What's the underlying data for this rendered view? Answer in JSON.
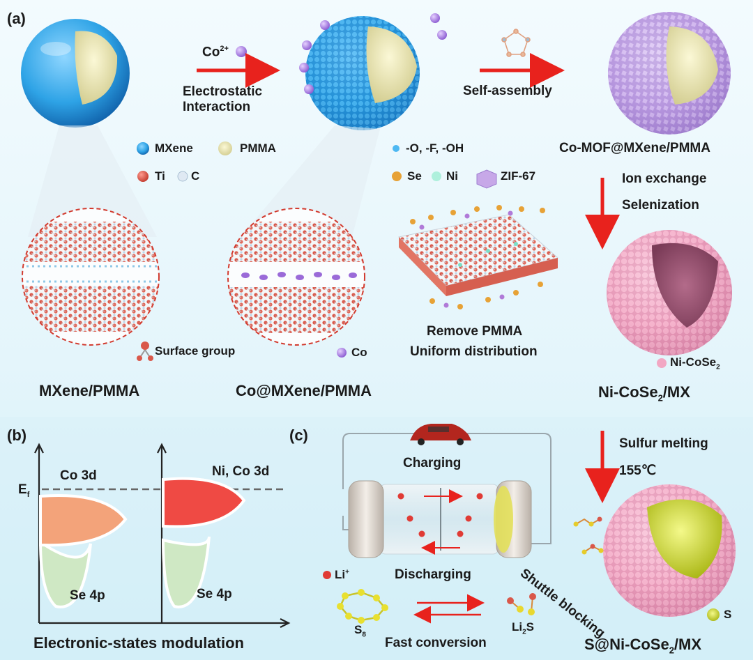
{
  "panels": {
    "a": "(a)",
    "b": "(b)",
    "c": "(c)"
  },
  "arrows": {
    "cation": "Co",
    "cation_charge": "2+",
    "step1_line1": "Electrostatic",
    "step1_line2": "Interaction",
    "step2": "Self-assembly",
    "step3_line1": "Ion exchange",
    "step3_line2": "Selenization",
    "step4_line1": "Sulfur melting",
    "step4_line2": "155℃"
  },
  "legend": {
    "mxene": "MXene",
    "pmma": "PMMA",
    "ti": "Ti",
    "c": "C",
    "terminals": "-O, -F, -OH",
    "se": "Se",
    "ni": "Ni",
    "zif": "ZIF-67",
    "surface_group": "Surface group",
    "co": "Co",
    "nicose2": "Ni-CoSe",
    "nicose2_sub": "2",
    "sulfur": "S",
    "li_ion": "Li",
    "li_ion_sup": "+"
  },
  "materials": {
    "mxene_pmma": "MXene/PMMA",
    "co_mxene_pmma": "Co@MXene/PMMA",
    "co_mof": "Co-MOF@MXene/PMMA",
    "ni_cose2_mx_a": "Ni-CoSe",
    "ni_cose2_mx_b": "2",
    "ni_cose2_mx_c": "/MX",
    "s_ni_cose2_mx_a": "S@Ni-CoSe",
    "s_ni_cose2_mx_b": "2",
    "s_ni_cose2_mx_c": "/MX"
  },
  "notes": {
    "remove_pmma": "Remove PMMA",
    "uniform": "Uniform distribution"
  },
  "panel_b": {
    "fermi": "E",
    "fermi_sub": "f",
    "left_state": "Co 3d",
    "right_state": "Ni, Co 3d",
    "left_se": "Se 4p",
    "right_se": "Se 4p",
    "caption": "Electronic-states modulation"
  },
  "panel_c": {
    "charging": "Charging",
    "discharging": "Discharging",
    "shuttle": "Shuttle blocking",
    "s8": "S",
    "s8_sub": "8",
    "li2s_a": "Li",
    "li2s_b": "2",
    "li2s_c": "S",
    "fast_conversion": "Fast conversion"
  },
  "colors": {
    "mxene_blue": "#2ea3e6",
    "pmma_yellow": "#e9e4a8",
    "ti_red": "#d9584a",
    "mof_lilac": "#c7a8e8",
    "nicose2_pink": "#f2a7c3",
    "arrow_red": "#e8221d",
    "sulfur_yellow": "#d4e02a"
  }
}
